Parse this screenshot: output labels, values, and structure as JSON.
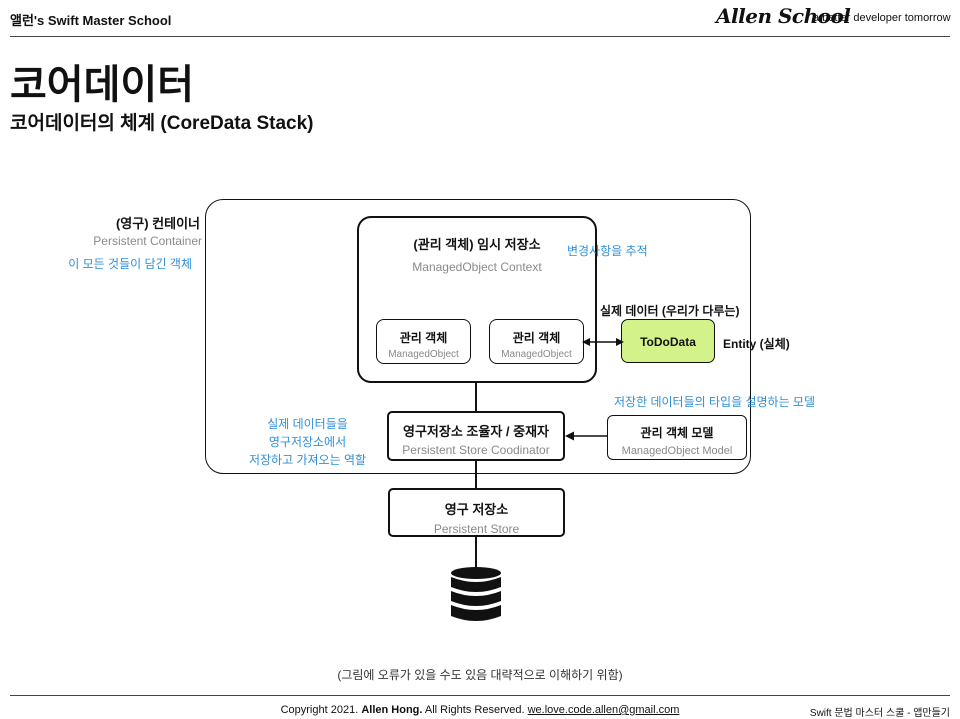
{
  "header": {
    "school": "앨런's Swift Master School",
    "logo": "Allen School",
    "tagline": "a better developer tomorrow"
  },
  "page": {
    "title": "코어데이터",
    "subtitle": "코어데이터의 체계 (CoreData Stack)"
  },
  "diagram": {
    "container": {
      "kr": "(영구) 컨테이너",
      "en": "Persistent Container",
      "note": "이 모든 것들이 담긴 객체"
    },
    "context": {
      "kr": "(관리 객체) 임시 저장소",
      "en": "ManagedObject Context",
      "note": "변경사항을 추적"
    },
    "managed_object_1": {
      "kr": "관리 객체",
      "en": "ManagedObject"
    },
    "managed_object_2": {
      "kr": "관리 객체",
      "en": "ManagedObject"
    },
    "entity": {
      "label": "ToDoData",
      "color": "#d4f28a",
      "above": "실제 데이터 (우리가 다루는)",
      "right": "Entity (실체)"
    },
    "coordinator": {
      "kr": "영구저장소 조율자 / 중재자",
      "en": "Persistent Store Coodinator",
      "note_lines": [
        "실제 데이터들을",
        "영구저장소에서",
        "저장하고 가져오는 역할"
      ]
    },
    "model": {
      "kr": "관리 객체 모델",
      "en": "ManagedObject Model",
      "note": "저장한 데이터들의 타입을 설명하는 모델"
    },
    "store": {
      "kr": "영구 저장소",
      "en": "Persistent Store"
    },
    "accent_color": "#2f8fd8"
  },
  "note": "(그림에 오류가 있을 수도 있음 대략적으로 이해하기 위함)",
  "footer": {
    "copyright_pre": "Copyright 2021.",
    "author": "Allen Hong.",
    "rights": "All Rights Reserved.",
    "email": "we.love.code.allen@gmail.com",
    "course": "Swift 문법 마스터 스쿨 - 앱만들기"
  }
}
